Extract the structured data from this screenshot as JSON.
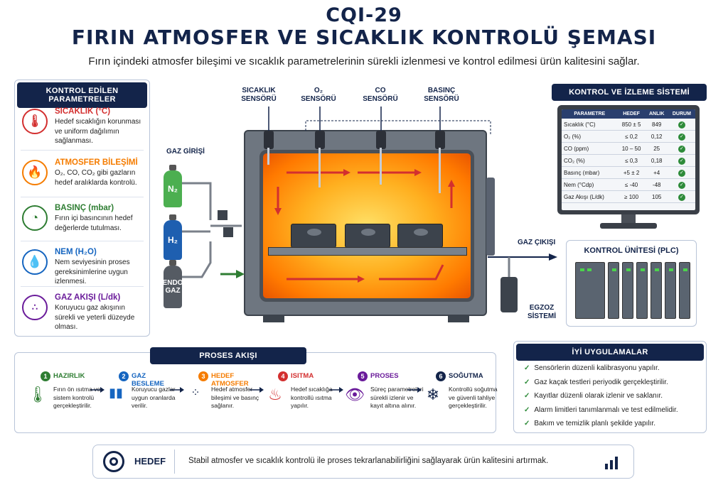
{
  "header": {
    "code": "CQI-29",
    "title": "FIRIN ATMOSFER VE SICAKLIK KONTROLÜ ŞEMASI",
    "subtitle": "Fırın içindeki atmosfer bileşimi ve sıcaklık parametrelerinin sürekli izlenmesi ve kontrol edilmesi ürün kalitesini sağlar."
  },
  "controlled_params": {
    "heading": "KONTROL EDİLEN PARAMETRELER",
    "items": [
      {
        "title": "SICAKLIK (°C)",
        "text": "Hedef sıcaklığın korunması ve uniform dağılımın sağlanması.",
        "color": "#d32f2f",
        "icon": "thermometer-icon"
      },
      {
        "title": "ATMOSFER BİLEŞİMİ",
        "text": "O₂, CO, CO₂ gibi gazların hedef aralıklarda kontrolü.",
        "color": "#f57c00",
        "icon": "flame-icon"
      },
      {
        "title": "BASINÇ (mbar)",
        "text": "Fırın içi basıncının hedef değerlerde tutulması.",
        "color": "#2e7d32",
        "icon": "gauge-icon"
      },
      {
        "title": "NEM (H₂O)",
        "text": "Nem seviyesinin proses gereksinimlerine uygun izlenmesi.",
        "color": "#1565c0",
        "icon": "droplet-icon"
      },
      {
        "title": "GAZ AKIŞI (L/dk)",
        "text": "Koruyucu gaz akışının sürekli ve yeterli düzeyde olması.",
        "color": "#6a1b9a",
        "icon": "gas-flow-icon"
      }
    ]
  },
  "furnace": {
    "sensors": [
      "SICAKLIK SENSÖRÜ",
      "O₂ SENSÖRÜ",
      "CO SENSÖRÜ",
      "BASINÇ SENSÖRÜ"
    ],
    "gas_inlet": "GAZ GİRİŞİ",
    "gas_outlet": "GAZ ÇIKIŞI",
    "exhaust": "EGZOZ SİSTEMİ",
    "cylinders": [
      {
        "label": "N₂",
        "color": "#4caf50"
      },
      {
        "label": "H₂",
        "color": "#1e5fb0"
      },
      {
        "label": "ENDO GAZ",
        "color": "#555b63"
      }
    ]
  },
  "monitoring": {
    "heading": "KONTROL VE İZLEME SİSTEMİ",
    "columns": [
      "PARAMETRE",
      "HEDEF",
      "ANLIK",
      "DURUM"
    ],
    "rows": [
      [
        "Sıcaklık (°C)",
        "850 ± 5",
        "849"
      ],
      [
        "O₂ (%)",
        "≤ 0,2",
        "0,12"
      ],
      [
        "CO (ppm)",
        "10 – 50",
        "25"
      ],
      [
        "CO₂ (%)",
        "≤ 0,3",
        "0,18"
      ],
      [
        "Basınç (mbar)",
        "+5 ± 2",
        "+4"
      ],
      [
        "Nem (°Cdp)",
        "≤ -40",
        "-48"
      ],
      [
        "Gaz Akışı (L/dk)",
        "≥ 100",
        "105"
      ]
    ],
    "plc_title": "KONTROL ÜNİTESİ (PLC)"
  },
  "process": {
    "heading": "PROSES AKIŞI",
    "steps": [
      {
        "num": "1",
        "title": "HAZIRLIK",
        "text": "Fırın ön ısıtma ve sistem kontrolü gerçekleştirilir.",
        "color": "#2e7d32"
      },
      {
        "num": "2",
        "title": "GAZ BESLEME",
        "text": "Koruyucu gazlar uygun oranlarda verilir.",
        "color": "#1565c0"
      },
      {
        "num": "3",
        "title": "HEDEF ATMOSFER",
        "text": "Hedef atmosfer bileşimi ve basınç sağlanır.",
        "color": "#f57c00"
      },
      {
        "num": "4",
        "title": "ISITMA",
        "text": "Hedef sıcaklığa kontrollü ısıtma yapılır.",
        "color": "#d32f2f"
      },
      {
        "num": "5",
        "title": "PROSES",
        "text": "Süreç parametreleri sürekli izlenir ve kayıt altına alınır.",
        "color": "#6a1b9a"
      },
      {
        "num": "6",
        "title": "SOĞUTMA",
        "text": "Kontrollü soğutma ve güvenli tahliye gerçekleştirilir.",
        "color": "#13244a"
      }
    ]
  },
  "best_practices": {
    "heading": "İYİ UYGULAMALAR",
    "items": [
      "Sensörlerin düzenli kalibrasyonu yapılır.",
      "Gaz kaçak testleri periyodik gerçekleştirilir.",
      "Kayıtlar düzenli olarak izlenir ve saklanır.",
      "Alarm limitleri tanımlanmalı ve test edilmelidir.",
      "Bakım ve temizlik planlı şekilde yapılır."
    ]
  },
  "goal": {
    "label": "HEDEF",
    "text": "Stabil atmosfer ve sıcaklık kontrolü ile proses tekrarlanabilirliğini sağlayarak ürün kalitesini artırmak."
  }
}
